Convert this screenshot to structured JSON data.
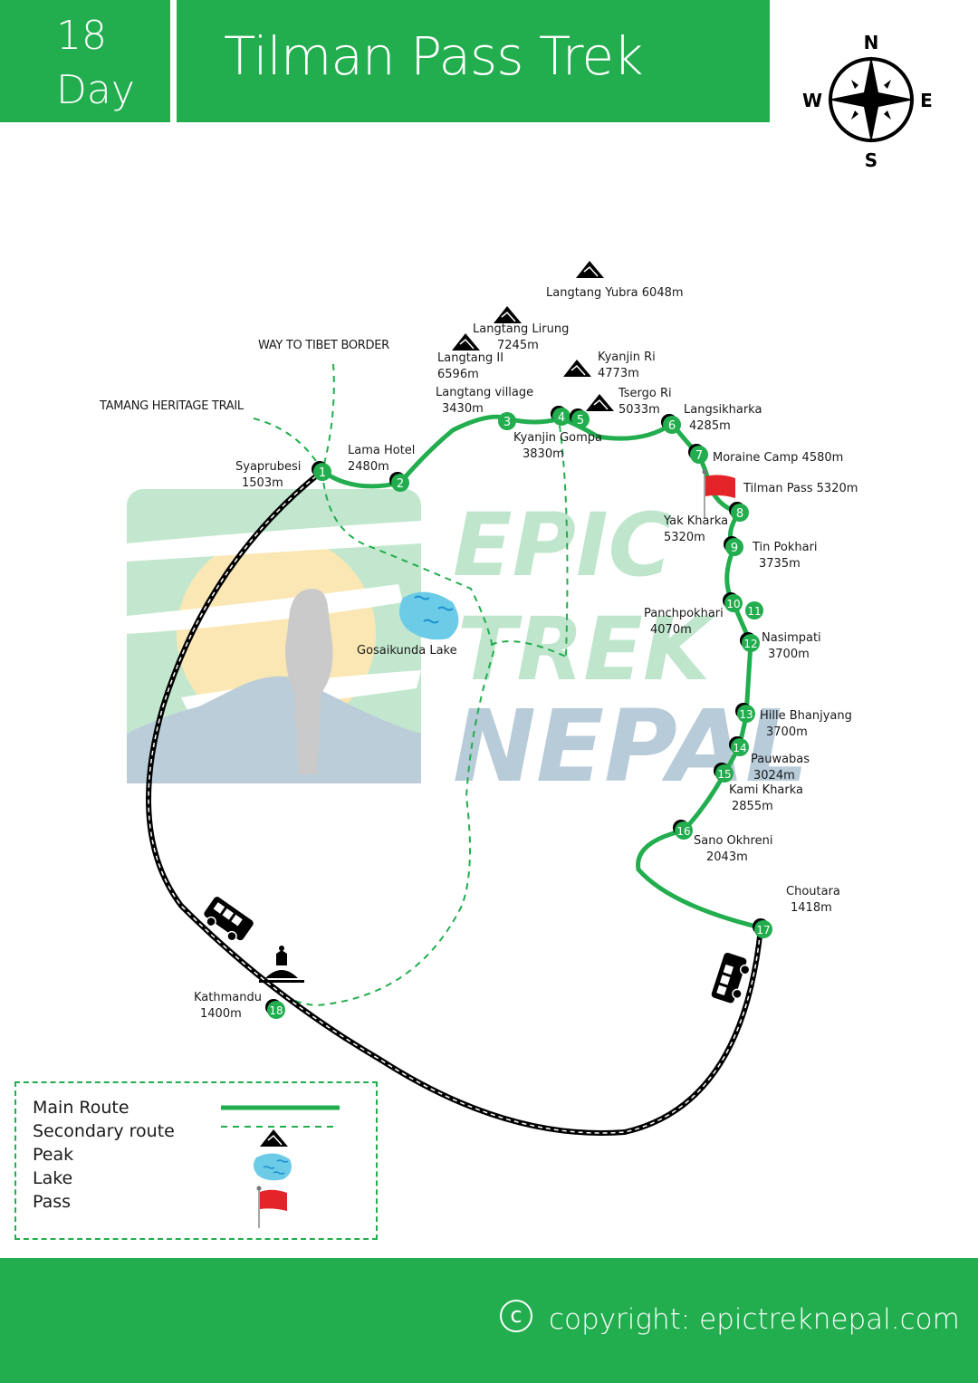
{
  "header": {
    "days_number": "18",
    "days_label": "Day",
    "title": "Tilman Pass Trek"
  },
  "compass": {
    "north": "N",
    "south": "S",
    "east": "E",
    "west": "W",
    "icon": "compass-rose-icon"
  },
  "watermark": {
    "line1": "EPIC",
    "line2": "TREK",
    "line3": "NEPAL"
  },
  "colors": {
    "brand_green": "#22ad4e",
    "route_green": "#22ad4e",
    "pass_flag_red": "#e42428",
    "lake_blue": "#6ccbe6",
    "watermark_green": "#bfe6cc",
    "watermark_blue": "#b7cbd8"
  },
  "annotations": {
    "tibet_border": "WAY TO TIBET BORDER",
    "tamang_trail": "TAMANG HERITAGE TRAIL",
    "lake": "Gosaikunda Lake"
  },
  "peaks": [
    {
      "name": "Langtang Yubra 6048m"
    },
    {
      "name": "Langtang Lirung",
      "elevation": "7245m"
    },
    {
      "name": "Langtang II",
      "elevation": "6596m"
    },
    {
      "name": "Kyanjin Ri",
      "elevation": "4773m"
    },
    {
      "name": "Tsergo Ri",
      "elevation": "5033m"
    }
  ],
  "pass": {
    "name": "Tilman Pass 5320m"
  },
  "stops": [
    {
      "day": "1",
      "name": "Syaprubesi",
      "elevation": "1503m"
    },
    {
      "day": "2",
      "name": "Lama Hotel",
      "elevation": "2480m"
    },
    {
      "day": "3",
      "name": "Langtang village",
      "elevation": "3430m"
    },
    {
      "day": "4",
      "name": "Kyanjin Gompa",
      "elevation": "3830m"
    },
    {
      "day": "5",
      "name": "",
      "elevation": ""
    },
    {
      "day": "6",
      "name": "Langsikharka",
      "elevation": "4285m"
    },
    {
      "day": "7",
      "name": "Moraine Camp 4580m",
      "elevation": ""
    },
    {
      "day": "8",
      "name": "Yak Kharka",
      "elevation": "5320m"
    },
    {
      "day": "9",
      "name": "Tin Pokhari",
      "elevation": "3735m"
    },
    {
      "day": "10",
      "name": "Panchpokhari",
      "elevation": "4070m"
    },
    {
      "day": "11",
      "name": "",
      "elevation": ""
    },
    {
      "day": "12",
      "name": "Nasimpati",
      "elevation": "3700m"
    },
    {
      "day": "13",
      "name": "Hille Bhanjyang",
      "elevation": "3700m"
    },
    {
      "day": "14",
      "name": "Pauwabas",
      "elevation": "3024m"
    },
    {
      "day": "15",
      "name": "Kami Kharka",
      "elevation": "2855m"
    },
    {
      "day": "16",
      "name": "Sano Okhreni",
      "elevation": "2043m"
    },
    {
      "day": "17",
      "name": "Choutara",
      "elevation": "1418m"
    },
    {
      "day": "18",
      "name": "Kathmandu",
      "elevation": "1400m"
    }
  ],
  "legend": {
    "items": [
      {
        "label": "Main Route",
        "symbol": "solid-green-line"
      },
      {
        "label": "Secondary route",
        "symbol": "dashed-green-line"
      },
      {
        "label": "Peak",
        "symbol": "mountain-icon"
      },
      {
        "label": "Lake",
        "symbol": "lake-icon"
      },
      {
        "label": "Pass",
        "symbol": "red-flag-icon"
      }
    ]
  },
  "footer": {
    "copyright_symbol": "c",
    "text": "copyright: epictreknepal.com"
  }
}
